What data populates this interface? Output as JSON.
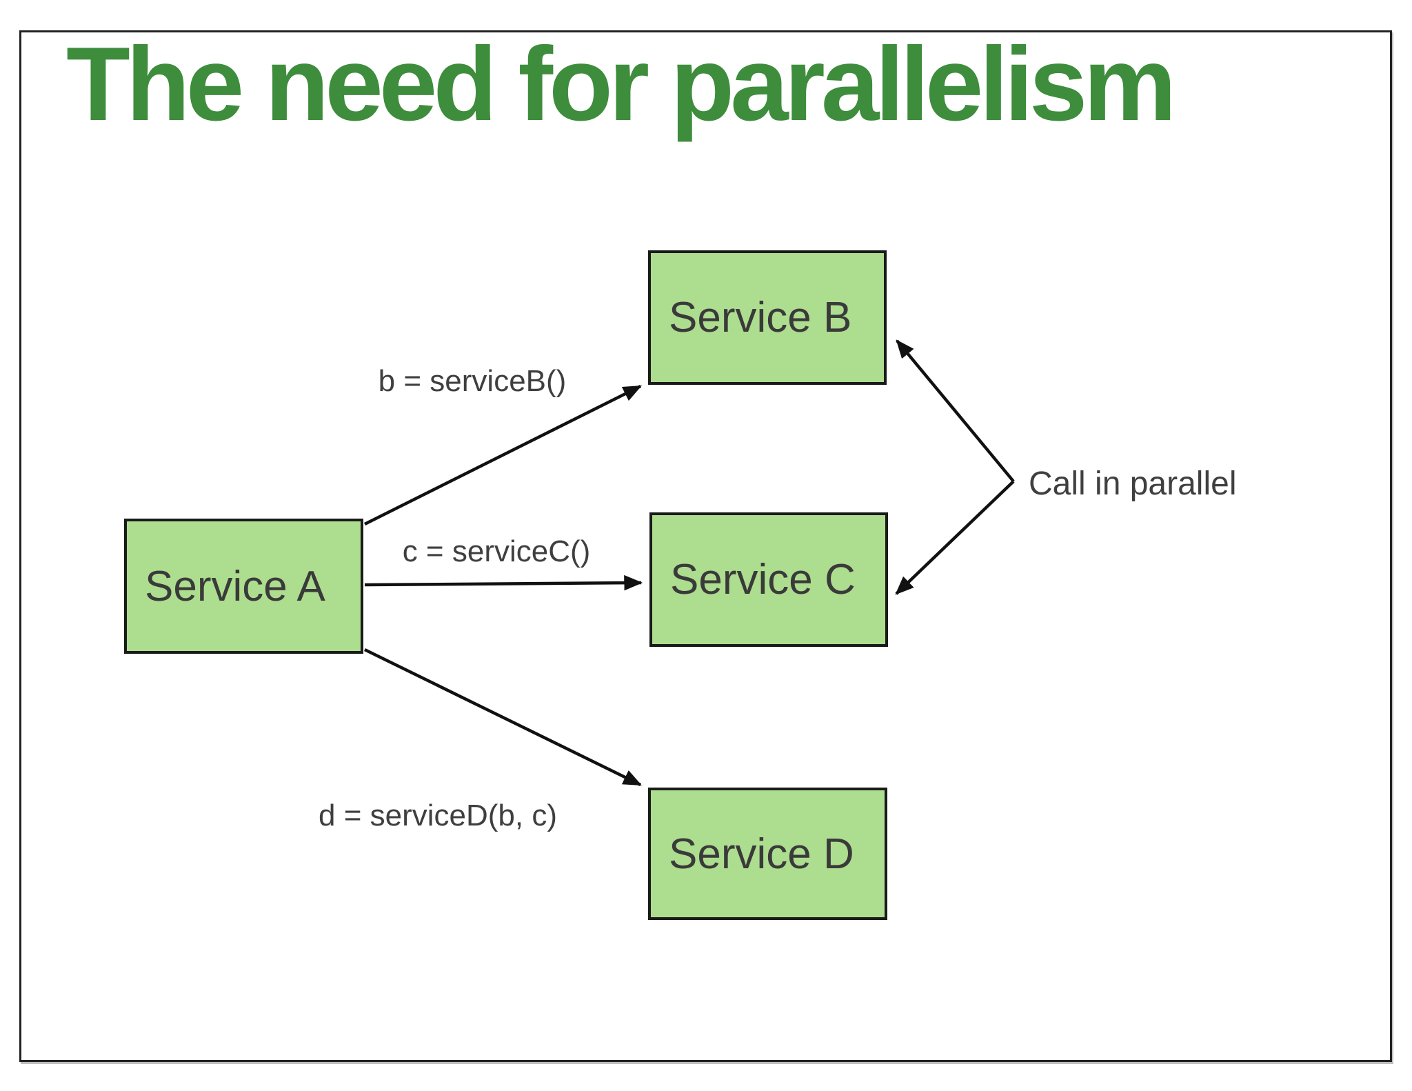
{
  "slide": {
    "title": "The need for parallelism"
  },
  "colors": {
    "title_green": "#3E8D3C",
    "node_fill": "#ADDD8E",
    "node_border": "#1A1A1A",
    "node_text": "#3A3A3A",
    "label_text": "#3F3F3F",
    "arrow": "#111111"
  },
  "nodes": [
    {
      "id": "service-a",
      "label": "Service A"
    },
    {
      "id": "service-b",
      "label": "Service B"
    },
    {
      "id": "service-c",
      "label": "Service C"
    },
    {
      "id": "service-d",
      "label": "Service D"
    }
  ],
  "edges": [
    {
      "from": "Service A",
      "to": "Service B",
      "label": "b = serviceB()"
    },
    {
      "from": "Service A",
      "to": "Service C",
      "label": "c = serviceC()"
    },
    {
      "from": "Service A",
      "to": "Service D",
      "label": "d = serviceD(b, c)"
    }
  ],
  "annotation": {
    "label": "Call in parallel",
    "targets": [
      "Service B",
      "Service C"
    ]
  }
}
